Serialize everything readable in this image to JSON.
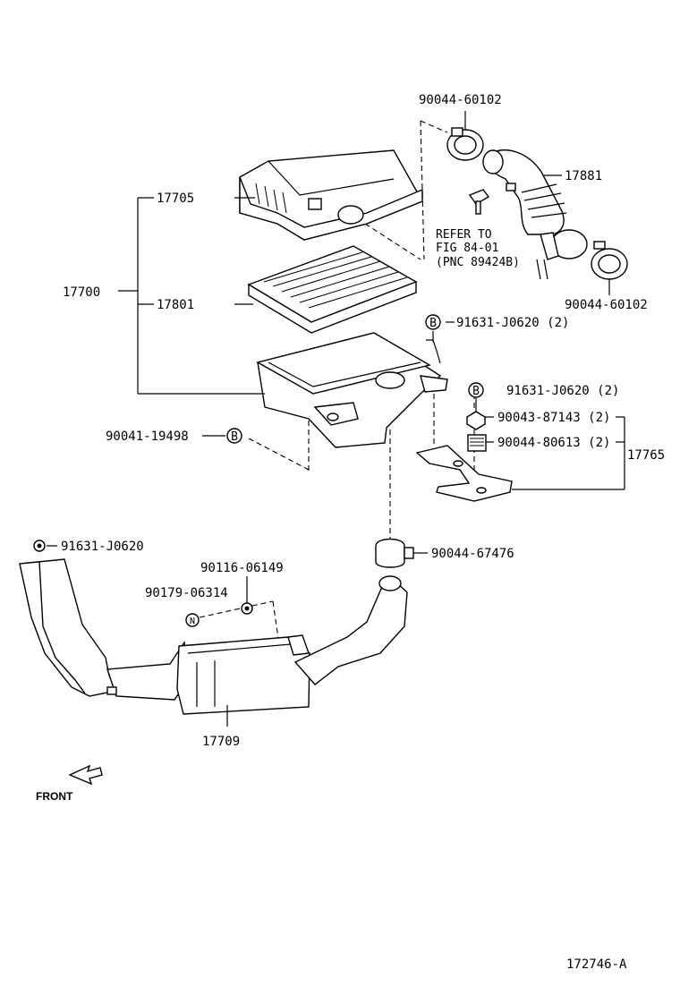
{
  "diagram": {
    "figure_id": "172746-A",
    "front_label": "FRONT",
    "refer_note": [
      "REFER TO",
      "FIG 84-01",
      "(PNC 89424B)"
    ],
    "callouts": {
      "hose_clamp_top": "90044-60102",
      "inlet_hose": "17881",
      "hose_clamp_bottom": "90044-60102",
      "cap_sub_assy": "17705",
      "air_cleaner_assy": "17700",
      "element": "17801",
      "bolt_b_top": "91631-J0620 (2)",
      "bolt_b_bracket": "91631-J0620 (2)",
      "nut_bracket": "90043-87143 (2)",
      "grommet_bracket": "90044-80613 (2)",
      "bracket_assy": "17765",
      "bolt_b_case": "90041-19498",
      "hose_clamp_lower": "90044-67476",
      "bolt_intake": "91631-J0620",
      "stud_bolt": "90116-06149",
      "nut_n": "90179-06314",
      "resonator": "17709"
    },
    "markers": {
      "bolt_b": "B",
      "nut_n": "N"
    }
  }
}
